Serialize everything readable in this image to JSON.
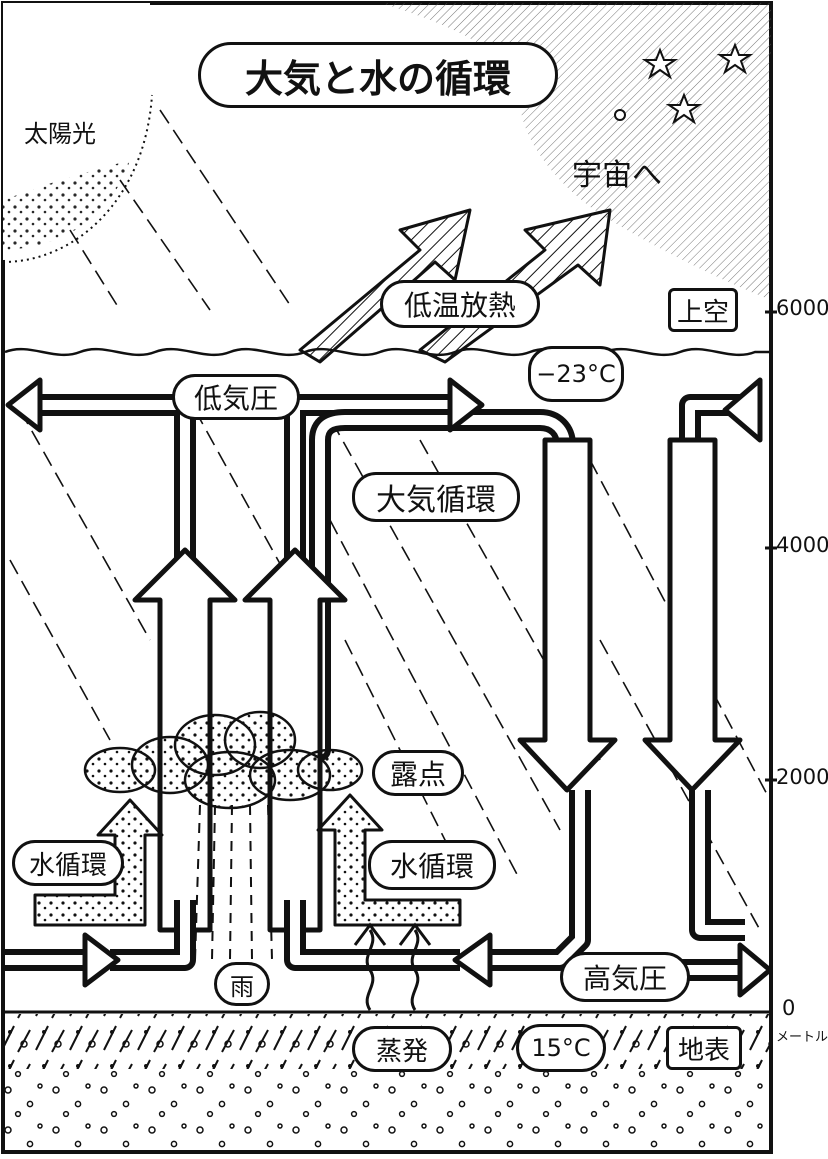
{
  "title": "大気と水の循環",
  "labels": {
    "sunlight": "太陽光",
    "to_space": "宇宙へ",
    "low_temp_radiation": "低温放熱",
    "upper_air": "上空",
    "temp_upper": "−23°C",
    "low_pressure": "低気圧",
    "atmospheric_circulation": "大気循環",
    "dew_point": "露点",
    "water_circulation_left": "水循環",
    "water_circulation_right": "水循環",
    "rain": "雨",
    "high_pressure": "高気圧",
    "evaporation": "蒸発",
    "temp_surface": "15°C",
    "ground_surface": "地表"
  },
  "altitude_axis": {
    "unit": "メートル",
    "ticks": [
      "6000",
      "4000",
      "2000",
      "0"
    ]
  }
}
